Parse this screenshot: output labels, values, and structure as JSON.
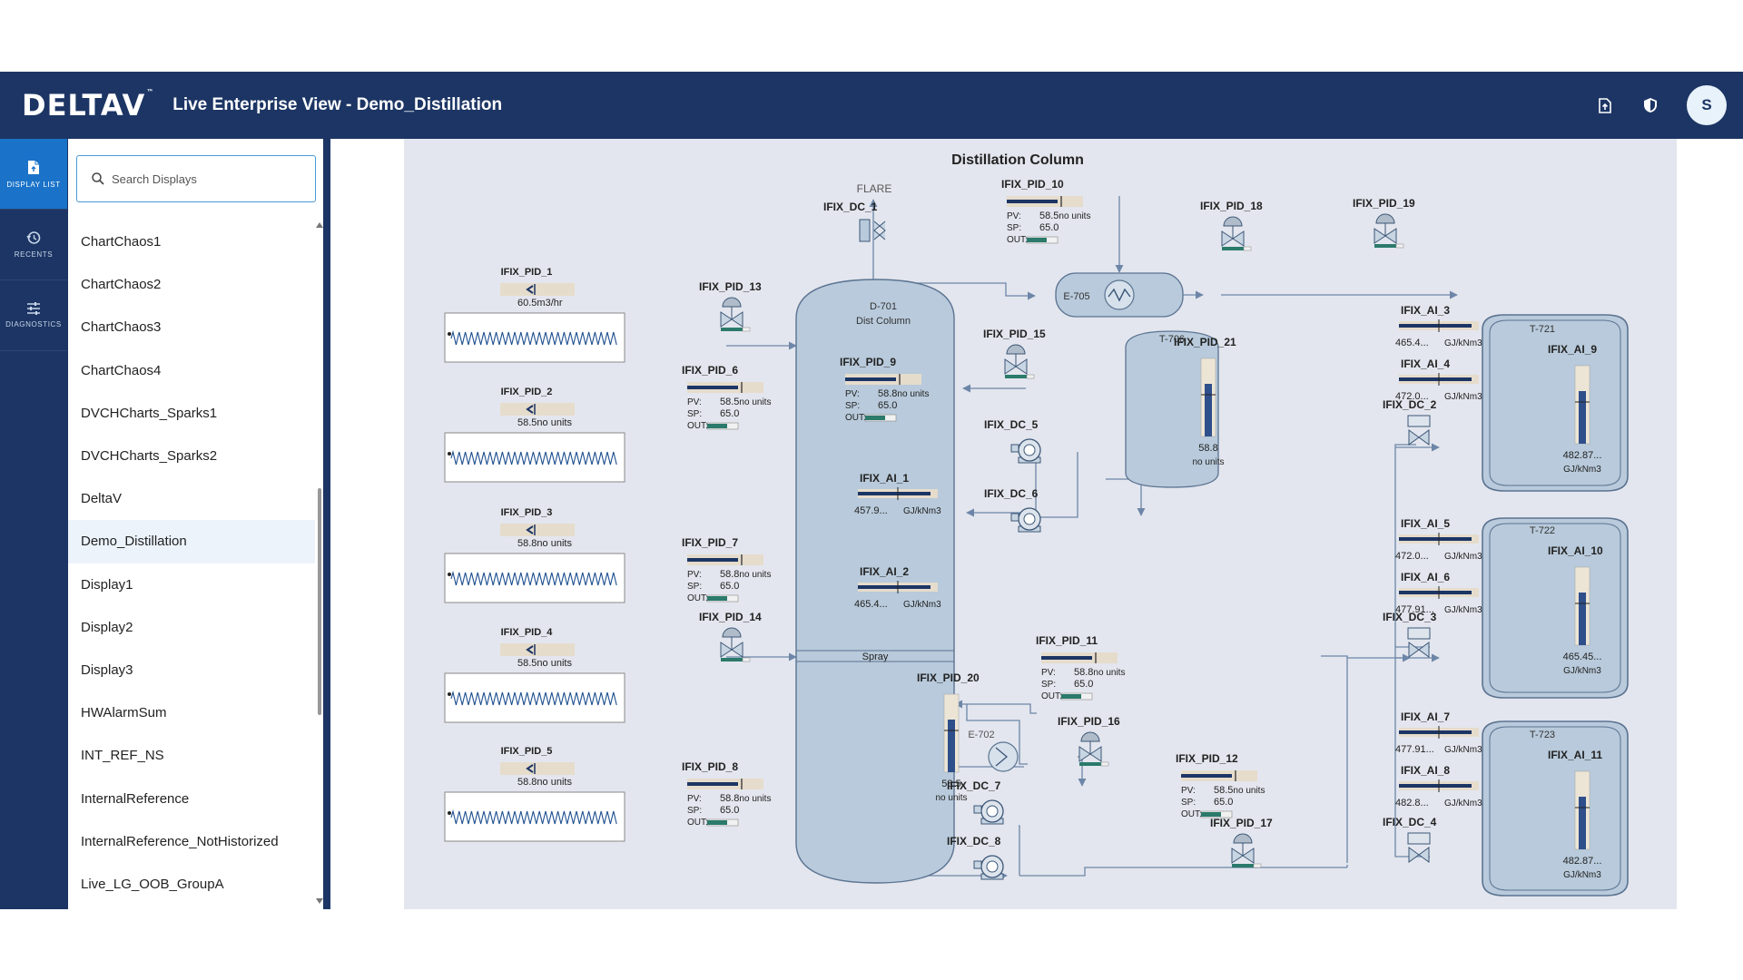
{
  "header": {
    "logo": "DELTAV",
    "logo_tm": "™",
    "title": "Live Enterprise View - Demo_Distillation",
    "avatar_initial": "S"
  },
  "rail": [
    {
      "label": "DISPLAY LIST",
      "icon": "file-icon",
      "active": true
    },
    {
      "label": "RECENTS",
      "icon": "history-icon",
      "active": false
    },
    {
      "label": "DIAGNOSTICS",
      "icon": "sliders-icon",
      "active": false
    }
  ],
  "search": {
    "placeholder": "Search Displays"
  },
  "display_list": {
    "items": [
      "ChartChaos1",
      "ChartChaos2",
      "ChartChaos3",
      "ChartChaos4",
      "DVCHCharts_Sparks1",
      "DVCHCharts_Sparks2",
      "DeltaV",
      "Demo_Distillation",
      "Display1",
      "Display2",
      "Display3",
      "HWAlarmSum",
      "INT_REF_NS",
      "InternalReference",
      "InternalReference_NotHistorized",
      "Live_LG_OOB_GroupA"
    ],
    "selected": "Demo_Distillation"
  },
  "diagram": {
    "title": "Distillation Column",
    "flare": "FLARE",
    "column_name": "D-701",
    "column_desc": "Dist Column",
    "spray": "Spray",
    "exchangers": [
      "E-705",
      "E-702"
    ],
    "tanks": [
      "T-706",
      "T-721",
      "T-722",
      "T-723"
    ],
    "trends": [
      {
        "tag": "IFIX_PID_1",
        "value": "60.5",
        "unit": "m3/hr"
      },
      {
        "tag": "IFIX_PID_2",
        "value": "58.5",
        "unit": "no units"
      },
      {
        "tag": "IFIX_PID_3",
        "value": "58.8",
        "unit": "no units"
      },
      {
        "tag": "IFIX_PID_4",
        "value": "58.5",
        "unit": "no units"
      },
      {
        "tag": "IFIX_PID_5",
        "value": "58.8",
        "unit": "no units"
      }
    ],
    "faceplates": [
      {
        "tag": "IFIX_PID_10",
        "pv": "58.5",
        "pv_unit": "no units",
        "sp": "65.0"
      },
      {
        "tag": "IFIX_PID_6",
        "pv": "58.5",
        "pv_unit": "no units",
        "sp": "65.0"
      },
      {
        "tag": "IFIX_PID_9",
        "pv": "58.8",
        "pv_unit": "no units",
        "sp": "65.0"
      },
      {
        "tag": "IFIX_PID_7",
        "pv": "58.8",
        "pv_unit": "no units",
        "sp": "65.0"
      },
      {
        "tag": "IFIX_PID_11",
        "pv": "58.8",
        "pv_unit": "no units",
        "sp": "65.0"
      },
      {
        "tag": "IFIX_PID_8",
        "pv": "58.8",
        "pv_unit": "no units",
        "sp": "65.0"
      },
      {
        "tag": "IFIX_PID_12",
        "pv": "58.5",
        "pv_unit": "no units",
        "sp": "65.0"
      }
    ],
    "pv_label": "PV:",
    "sp_label": "SP:",
    "out_label": "OUT:",
    "analogs": [
      {
        "tag": "IFIX_AI_1",
        "value": "457.9...",
        "unit": "GJ/kNm3"
      },
      {
        "tag": "IFIX_AI_2",
        "value": "465.4...",
        "unit": "GJ/kNm3"
      },
      {
        "tag": "IFIX_AI_3",
        "value": "465.4...",
        "unit": "GJ/kNm3"
      },
      {
        "tag": "IFIX_AI_4",
        "value": "472.0...",
        "unit": "GJ/kNm3"
      },
      {
        "tag": "IFIX_AI_5",
        "value": "472.0...",
        "unit": "GJ/kNm3"
      },
      {
        "tag": "IFIX_AI_6",
        "value": "477.91...",
        "unit": "GJ/kNm3"
      },
      {
        "tag": "IFIX_AI_7",
        "value": "477.91...",
        "unit": "GJ/kNm3"
      },
      {
        "tag": "IFIX_AI_8",
        "value": "482.8...",
        "unit": "GJ/kNm3"
      }
    ],
    "level_bars": [
      {
        "tag": "IFIX_PID_21",
        "value": "58.8",
        "unit": "no units"
      },
      {
        "tag": "IFIX_PID_20",
        "value": "58.5",
        "unit": "no units"
      },
      {
        "tag": "IFIX_AI_9",
        "value": "482.87...",
        "unit": "GJ/kNm3"
      },
      {
        "tag": "IFIX_AI_10",
        "value": "465.45...",
        "unit": "GJ/kNm3"
      },
      {
        "tag": "IFIX_AI_11",
        "value": "482.87...",
        "unit": "GJ/kNm3"
      }
    ],
    "valves": [
      "IFIX_DC_1",
      "IFIX_PID_13",
      "IFIX_PID_14",
      "IFIX_PID_15",
      "IFIX_PID_16",
      "IFIX_PID_17",
      "IFIX_PID_18",
      "IFIX_PID_19",
      "IFIX_DC_2",
      "IFIX_DC_3",
      "IFIX_DC_4"
    ],
    "pumps": [
      "IFIX_DC_5",
      "IFIX_DC_6",
      "IFIX_DC_7",
      "IFIX_DC_8"
    ]
  }
}
